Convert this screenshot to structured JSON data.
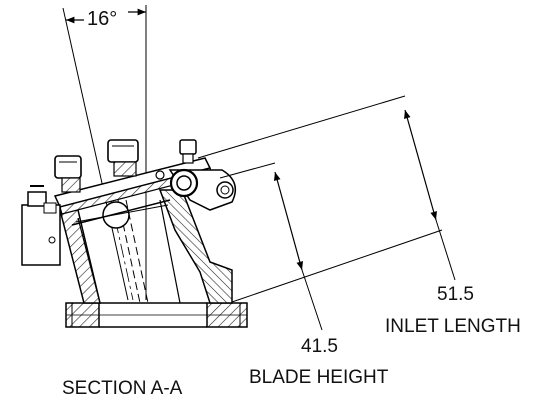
{
  "angle_dimension": {
    "value": "16°"
  },
  "inlet_length": {
    "value": "51.5",
    "label": "INLET LENGTH"
  },
  "blade_height": {
    "value": "41.5",
    "label": "BLADE HEIGHT"
  },
  "section": {
    "label": "SECTION A-A"
  }
}
